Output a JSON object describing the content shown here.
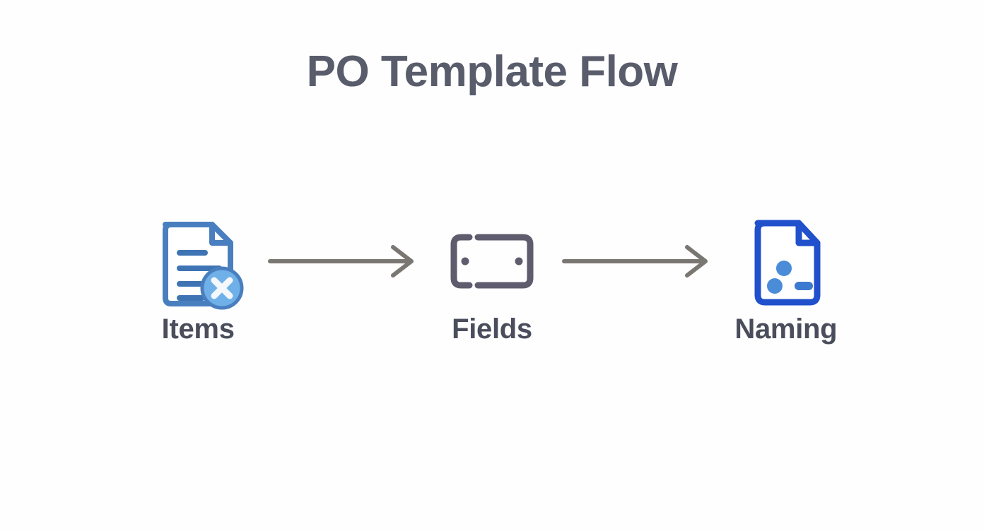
{
  "page": {
    "title": "PO Template Flow",
    "background_color": "#fefefe",
    "title_color": "#595c6b"
  },
  "flow": {
    "type": "horizontal-process-flow",
    "arrow_color": "#7a7672",
    "steps": [
      {
        "index": 1,
        "label": "Items",
        "icon": "document-lines-remove-icon",
        "icon_description": "document page with folded corner and text lines, with a blue circular badge containing a white X",
        "icon_outline_color": "#4a7fbf",
        "icon_accent_color": "#6fb0e8",
        "badge_glyph": "x"
      },
      {
        "index": 2,
        "label": "Fields",
        "icon": "form-field-icon",
        "icon_description": "rounded rectangle outline split by a vertical gap with two small dots inside",
        "icon_outline_color": "#5f5c6e",
        "icon_accent_color": "#5f5c6e"
      },
      {
        "index": 3,
        "label": "Naming",
        "icon": "document-tags-icon",
        "icon_description": "document page with folded corner containing two filled circles and a dash",
        "icon_outline_color": "#2050cc",
        "icon_accent_color": "#4a8cd8"
      }
    ],
    "connectors": [
      {
        "from": "Items",
        "to": "Fields",
        "style": "arrow-right"
      },
      {
        "from": "Fields",
        "to": "Naming",
        "style": "arrow-right"
      }
    ]
  }
}
